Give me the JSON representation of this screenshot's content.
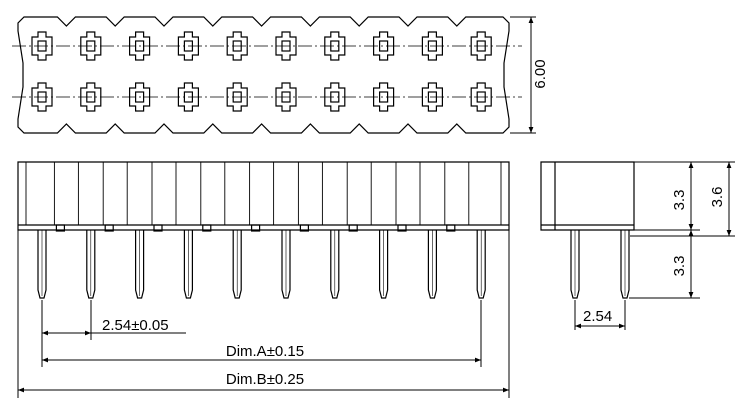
{
  "dimensions": {
    "top_height": "6.00",
    "pitch": "2.54±0.05",
    "dim_a": "Dim.A±0.15",
    "dim_b": "Dim.B±0.25",
    "side_pitch": "2.54",
    "side_upper": "3.3",
    "side_overall": "3.6",
    "side_lower": "3.3"
  },
  "pins_per_row": 10,
  "rows": 2
}
